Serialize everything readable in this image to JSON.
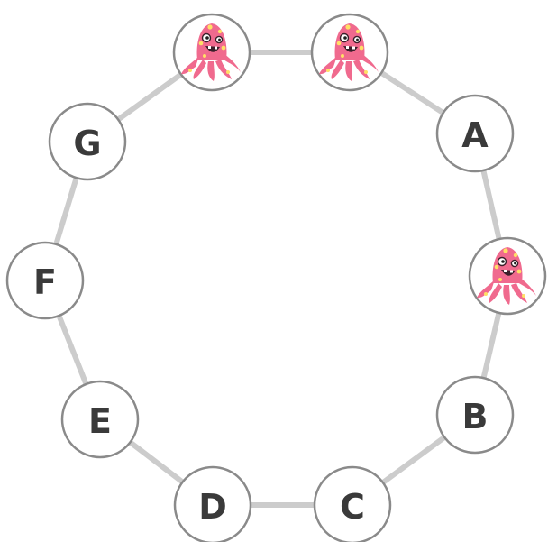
{
  "nodes": [
    {
      "id": "top-left",
      "kind": "monster",
      "label": ""
    },
    {
      "id": "top-right",
      "kind": "monster",
      "label": ""
    },
    {
      "id": "A",
      "kind": "letter",
      "label": "A"
    },
    {
      "id": "right",
      "kind": "monster",
      "label": ""
    },
    {
      "id": "B",
      "kind": "letter",
      "label": "B"
    },
    {
      "id": "C",
      "kind": "letter",
      "label": "C"
    },
    {
      "id": "D",
      "kind": "letter",
      "label": "D"
    },
    {
      "id": "E",
      "kind": "letter",
      "label": "E"
    },
    {
      "id": "F",
      "kind": "letter",
      "label": "F"
    },
    {
      "id": "G",
      "kind": "letter",
      "label": "G"
    }
  ],
  "edges": [
    [
      "top-left",
      "top-right"
    ],
    [
      "top-right",
      "A"
    ],
    [
      "A",
      "right"
    ],
    [
      "right",
      "B"
    ],
    [
      "B",
      "C"
    ],
    [
      "C",
      "D"
    ],
    [
      "D",
      "E"
    ],
    [
      "E",
      "F"
    ],
    [
      "F",
      "G"
    ],
    [
      "G",
      "top-left"
    ]
  ],
  "colors": {
    "edge": "#cccccc",
    "node_stroke": "#8a8a8a",
    "node_fill": "#ffffff",
    "label": "#3a3a3a",
    "monster_body": "#f06a8e",
    "monster_spots": "#ffe066"
  },
  "icons": {
    "monster": "pink-octopus-monster-icon"
  }
}
